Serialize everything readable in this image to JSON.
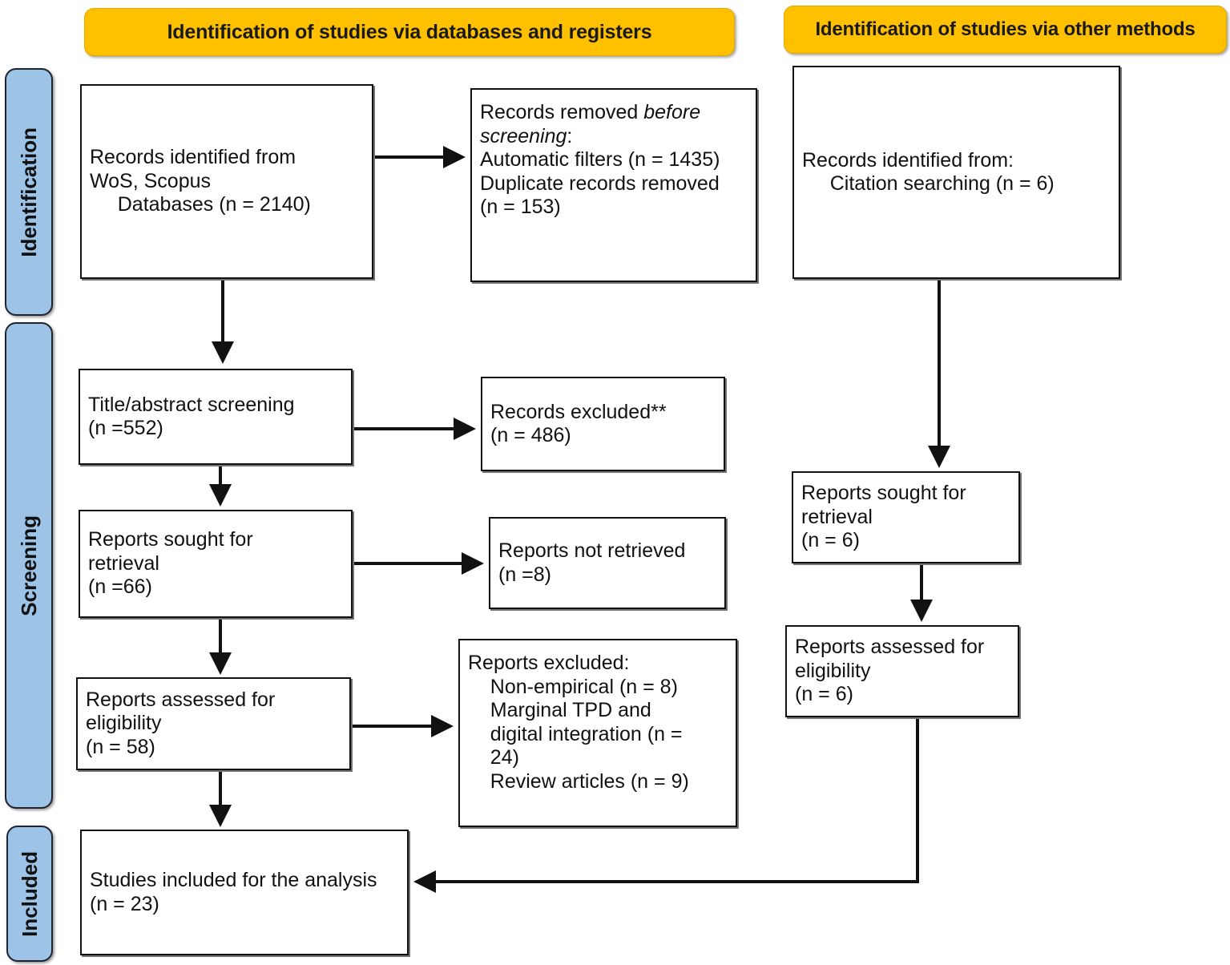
{
  "diagram": {
    "title": "PRISMA flow diagram",
    "colors": {
      "header_orange": "#FFC000",
      "stage_blue": "#9DC3E6",
      "line_black": "#111111"
    }
  },
  "headers": {
    "databases": "Identification of studies via databases and registers",
    "other_methods": "Identification of studies via other methods"
  },
  "stages": {
    "identification": "Identification",
    "screening": "Screening",
    "included": "Included"
  },
  "boxes": {
    "records_identified_db": "Records identified from\nWoS, Scopus\n     Databases (n = 2140)",
    "records_removed": "Records removed ",
    "records_removed_italic": "before screening",
    "records_removed_rest": ":\nAutomatic filters (n = 1435)\nDuplicate records removed\n(n = 153)",
    "title_abstract_screening": "Title/abstract screening\n(n =552)",
    "records_excluded": "Records excluded**\n(n = 486)",
    "reports_sought_left": "Reports sought for\nretrieval\n(n =66)",
    "reports_not_retrieved": "Reports not retrieved\n(n =8)",
    "reports_assessed_left": "Reports assessed for\neligibility\n(n = 58)",
    "reports_excluded": "Reports excluded:\n    Non-empirical (n = 8)\n    Marginal TPD and\n    digital integration (n =\n    24)\n    Review articles (n = 9)",
    "studies_included": "Studies included for the analysis\n(n = 23)",
    "records_identified_other": "Records identified from:\n     Citation searching (n = 6)",
    "reports_sought_right": "Reports sought for\nretrieval\n(n = 6)",
    "reports_assessed_right": "Reports assessed for\neligibility\n(n = 6)"
  },
  "chart_data": {
    "type": "diagram",
    "flow": "PRISMA 2020",
    "database_branch": {
      "records_identified": 2140,
      "sources": [
        "WoS",
        "Scopus"
      ],
      "automatic_filters_removed": 1435,
      "duplicates_removed": 153,
      "title_abstract_screened": 552,
      "records_excluded": 486,
      "reports_sought": 66,
      "reports_not_retrieved": 8,
      "reports_assessed": 58,
      "excluded_non_empirical": 8,
      "excluded_marginal_tpd_digital_integration": 24,
      "excluded_review_articles": 9
    },
    "other_methods_branch": {
      "records_identified_citation_searching": 6,
      "reports_sought": 6,
      "reports_assessed": 6
    },
    "included": {
      "studies_included_for_analysis": 23
    }
  }
}
